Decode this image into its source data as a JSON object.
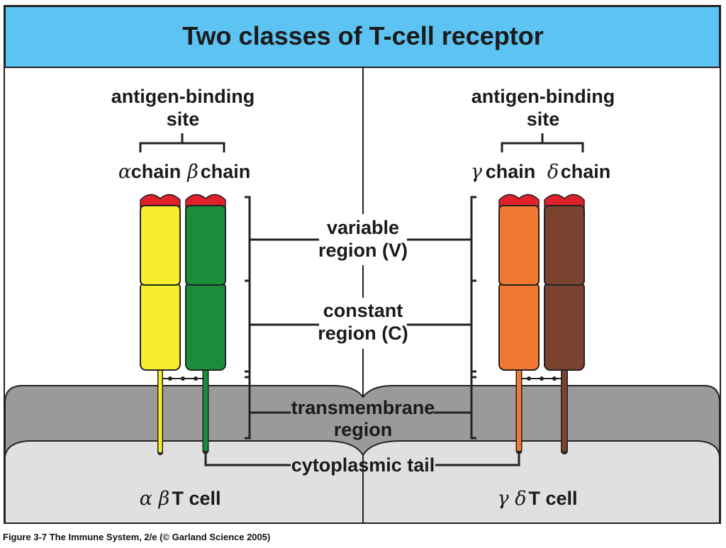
{
  "title": "Two classes of T-cell receptor",
  "left": {
    "site_line1": "antigen-binding",
    "site_line2": "site",
    "chain1_greek": "α",
    "chain1_word": "chain",
    "chain2_greek": "β",
    "chain2_word": "chain",
    "cell_greek": "α β",
    "cell_word": "T cell"
  },
  "right": {
    "site_line1": "antigen-binding",
    "site_line2": "site",
    "chain1_greek": "γ",
    "chain1_word": "chain",
    "chain2_greek": "δ",
    "chain2_word": "chain",
    "cell_greek": "γ δ",
    "cell_word": "T cell"
  },
  "regions": {
    "variable_line1": "variable",
    "variable_line2": "region (V)",
    "constant_line1": "constant",
    "constant_line2": "region (C)",
    "transmembrane_line1": "transmembrane",
    "transmembrane_line2": "region",
    "cytoplasmic": "cytoplasmic tail"
  },
  "caption": "Figure 3-7  The Immune System, 2/e (© Garland Science 2005)",
  "colors": {
    "title_bar": "#5cc3f2",
    "alpha_chain": "#f7ee2e",
    "beta_chain": "#1a8d3a",
    "gamma_chain": "#f07830",
    "delta_chain": "#7b4230",
    "binding_tip": "#e0202a",
    "membrane": "#9a9a9a",
    "cytoplasm": "#e0e0e0"
  }
}
